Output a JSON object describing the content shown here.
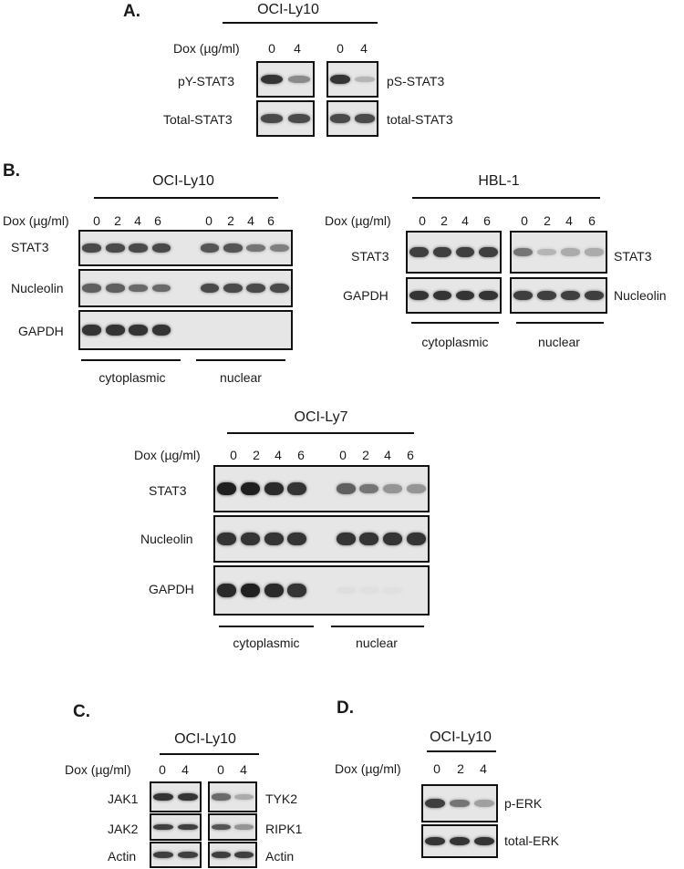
{
  "colors": {
    "membrane": "#e6e6e6",
    "frame": "#111111",
    "text": "#1a1a1a"
  },
  "units_label": "Dox (µg/ml)",
  "panel_A": {
    "label": "A.",
    "cell_line": "OCI-Ly10",
    "doses": [
      "0",
      "4",
      "0",
      "4"
    ],
    "blots": [
      {
        "left_label": "pY-STAT3",
        "right_label": "pS-STAT3",
        "intensity": [
          0.85,
          0.45,
          0.85,
          0.25
        ]
      },
      {
        "left_label": "Total-STAT3",
        "right_label": "total-STAT3",
        "intensity": [
          0.75,
          0.75,
          0.75,
          0.75
        ]
      }
    ]
  },
  "panel_B": {
    "label": "B.",
    "groups": [
      {
        "cell_line": "OCI-Ly10",
        "doses": [
          "0",
          "2",
          "4",
          "6",
          "0",
          "2",
          "4",
          "6"
        ],
        "blots": [
          {
            "label": "STAT3",
            "intensity": [
              0.75,
              0.75,
              0.75,
              0.75,
              0.7,
              0.7,
              0.55,
              0.5
            ]
          },
          {
            "label": "Nucleolin",
            "intensity": [
              0.65,
              0.65,
              0.6,
              0.6,
              0.75,
              0.75,
              0.75,
              0.75
            ]
          },
          {
            "label": "GAPDH",
            "intensity": [
              0.85,
              0.85,
              0.85,
              0.85,
              0.0,
              0.0,
              0.0,
              0.0
            ]
          }
        ],
        "fractions": [
          "cytoplasmic",
          "nuclear"
        ]
      },
      {
        "cell_line": "HBL-1",
        "doses": [
          "0",
          "2",
          "4",
          "6",
          "0",
          "2",
          "4",
          "6"
        ],
        "blots": [
          {
            "label": "STAT3",
            "intensity": [
              0.8,
              0.8,
              0.8,
              0.8,
              0.55,
              0.25,
              0.3,
              0.3
            ]
          },
          {
            "label": "GAPDH",
            "right_label": "Nucleolin",
            "intensity": [
              0.85,
              0.85,
              0.85,
              0.85,
              0.8,
              0.8,
              0.8,
              0.8
            ]
          }
        ],
        "right_labels": [
          "STAT3",
          "Nucleolin"
        ],
        "fractions": [
          "cytoplasmic",
          "nuclear"
        ]
      },
      {
        "cell_line": "OCI-Ly7",
        "doses": [
          "0",
          "2",
          "4",
          "6",
          "0",
          "2",
          "4",
          "6"
        ],
        "blots": [
          {
            "label": "STAT3",
            "intensity": [
              0.95,
              0.95,
              0.9,
              0.85,
              0.65,
              0.55,
              0.4,
              0.4
            ]
          },
          {
            "label": "Nucleolin",
            "intensity": [
              0.85,
              0.85,
              0.85,
              0.85,
              0.85,
              0.85,
              0.85,
              0.85
            ]
          },
          {
            "label": "GAPDH",
            "intensity": [
              0.9,
              0.95,
              0.9,
              0.85,
              0.06,
              0.05,
              0.05,
              0.0
            ]
          }
        ],
        "fractions": [
          "cytoplasmic",
          "nuclear"
        ]
      }
    ]
  },
  "panel_C": {
    "label": "C.",
    "cell_line": "OCI-Ly10",
    "doses": [
      "0",
      "4",
      "0",
      "4"
    ],
    "blots": [
      {
        "left_label": "JAK1",
        "right_label": "TYK2",
        "intensity": [
          0.85,
          0.85,
          0.6,
          0.3
        ]
      },
      {
        "left_label": "JAK2",
        "right_label": "RIPK1",
        "intensity": [
          0.8,
          0.8,
          0.7,
          0.4
        ]
      },
      {
        "left_label": "Actin",
        "right_label": "Actin",
        "intensity": [
          0.8,
          0.8,
          0.8,
          0.8
        ]
      }
    ]
  },
  "panel_D": {
    "label": "D.",
    "cell_line": "OCI-Ly10",
    "doses": [
      "0",
      "2",
      "4"
    ],
    "blots": [
      {
        "right_label": "p-ERK",
        "intensity": [
          0.8,
          0.55,
          0.35
        ]
      },
      {
        "right_label": "total-ERK",
        "intensity": [
          0.85,
          0.85,
          0.85
        ]
      }
    ]
  }
}
